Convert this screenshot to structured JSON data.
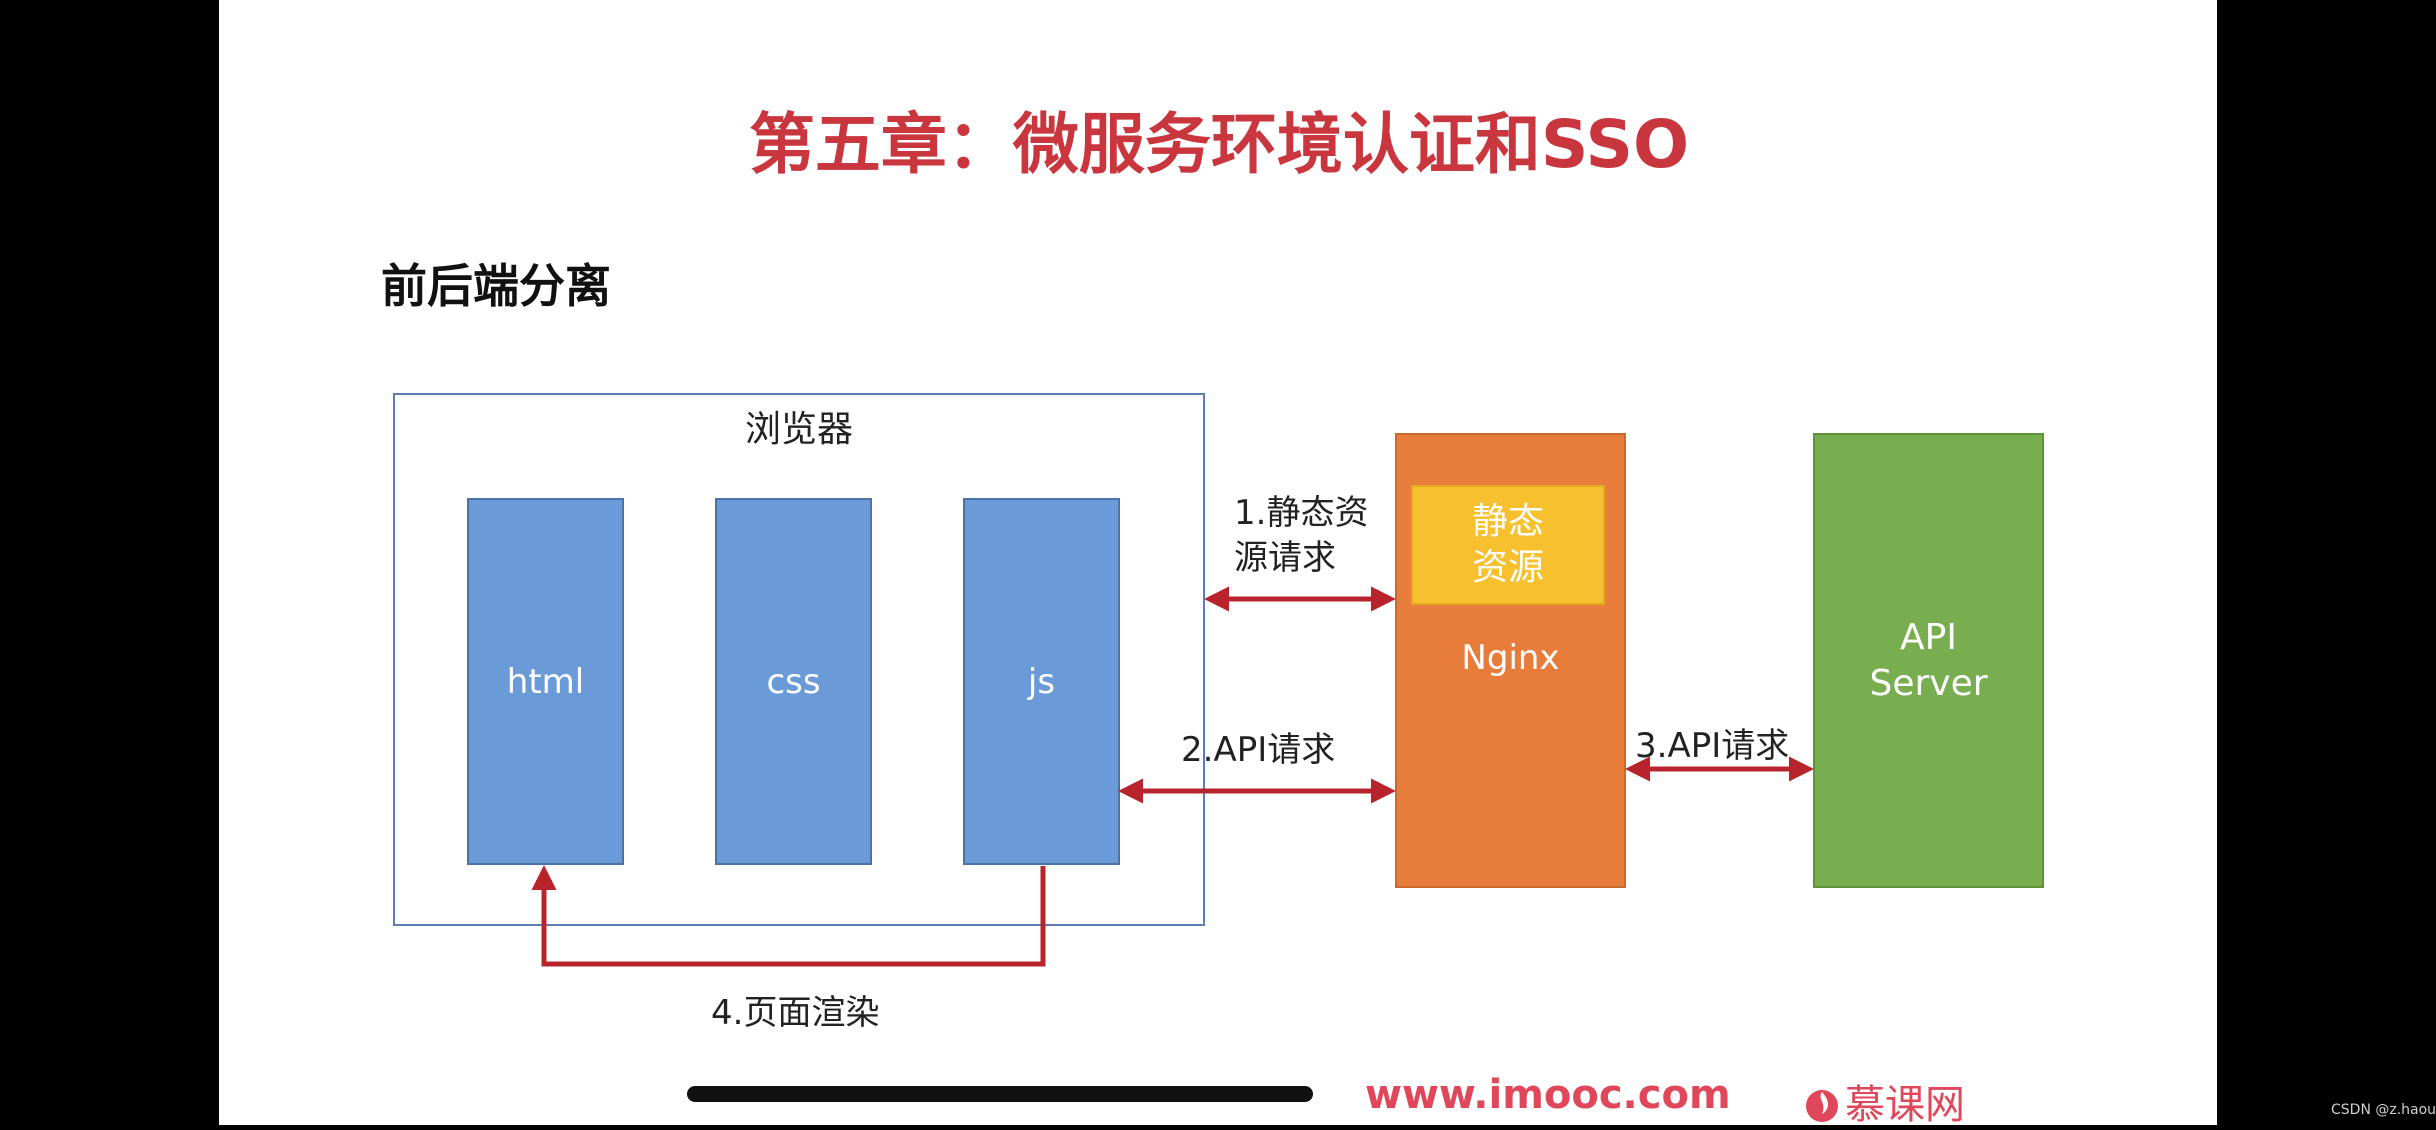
{
  "slide": {
    "title": "第五章：微服务环境认证和SSO",
    "subtitle": "前后端分离"
  },
  "diagram": {
    "browser": {
      "label": "浏览器",
      "items": [
        "html",
        "css",
        "js"
      ]
    },
    "nginx": {
      "static_line1": "静态",
      "static_line2": "资源",
      "label": "Nginx"
    },
    "api_server": {
      "line1": "API",
      "line2": "Server"
    },
    "edges": {
      "static_req_line1": "1.静态资",
      "static_req_line2": "源请求",
      "api_req": "2.API请求",
      "api_req_server": "3.API请求",
      "render": "4.页面渲染"
    }
  },
  "footer": {
    "url": "www.imooc.com",
    "brand": "慕课网",
    "watermark": "CSDN @z.haoui"
  },
  "colors": {
    "title": "#c9363d",
    "arrow": "#b8242c",
    "browser_items": "#6a9bd8",
    "nginx": "#e87c3a",
    "static": "#f6c02e",
    "api_server": "#78ae50"
  }
}
